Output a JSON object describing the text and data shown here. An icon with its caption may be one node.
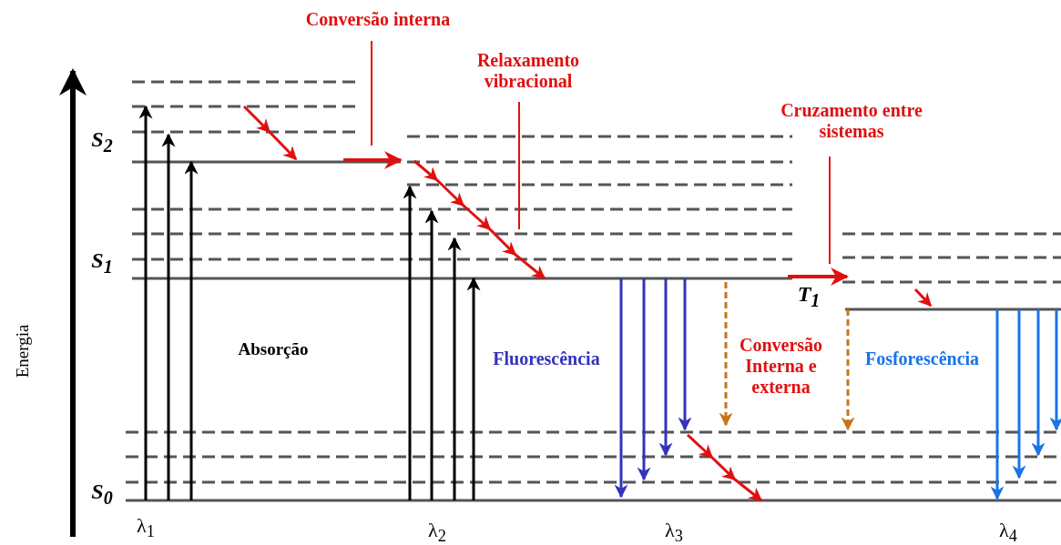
{
  "diagram": {
    "nodes": [
      {
        "text": [
          "Conversão interna"
        ]
      },
      {
        "text": [
          "Relaxamento vibracional"
        ]
      },
      {
        "text": [
          "Cruzamento entre sistemas"
        ]
      }
    ],
    "edges": [
      {
        "from": 0,
        "to": null,
        "arrow": "none",
        "color": "#e01010"
      },
      {
        "from": 1,
        "to": null,
        "arrow": "none",
        "color": "#e01010"
      },
      {
        "from": 2,
        "to": null,
        "arrow": "none",
        "color": "#e01010"
      }
    ],
    "labels": [
      "S$_{2}$",
      "S$_{1}$",
      "T$_{1}$",
      "Energia",
      "Absorção",
      "Fluorescência",
      "Conversão Interna e externa",
      "Fosforescência",
      "S$_{0}$",
      "λ$_{1}$",
      "λ$_{2}$",
      "λ$_{3}$",
      "λ$_{4}$"
    ]
  }
}
